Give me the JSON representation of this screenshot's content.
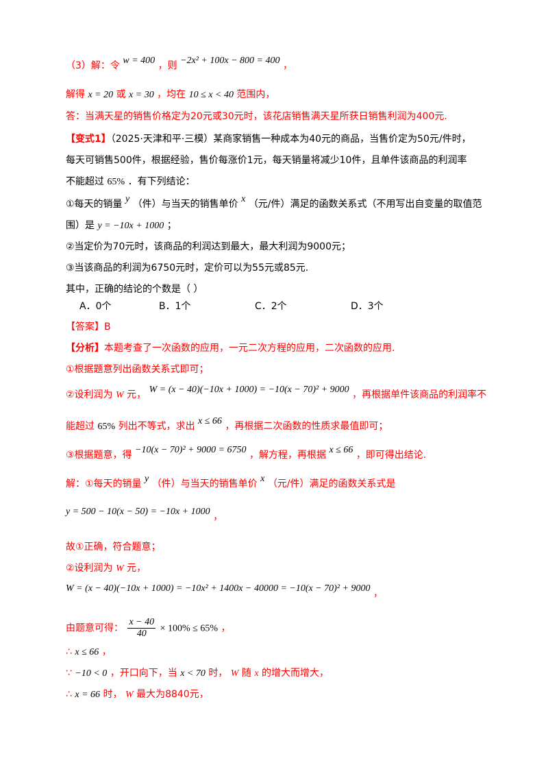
{
  "lines": {
    "l1": {
      "a": "（3）解：令",
      "b": "w = 400",
      "c": "，则",
      "d": "−2x² + 100x − 800 = 400",
      "e": "，"
    },
    "l2": {
      "a": "解得",
      "b": "x = 20",
      "c": "或",
      "d": "x = 30",
      "e": "，均在",
      "f": "10 ≤ x < 40",
      "g": "范围内，"
    },
    "l3": "答：当满天星的销售价格定为20元或30元时，该花店销售满天星所获日销售利润为400元.",
    "l4": {
      "tag": "【变式1】",
      "rest": "（2025·天津和平·三模）某商家销售一种成本为40元的商品，当售价定为50元/件时，"
    },
    "l5": "每天可销售500件，根据经验，售价每涨价1元，每天销量将减少10件，且单件该商品的利润率",
    "l6": {
      "a": "不能超过",
      "b": "65%",
      "c": "．有下列结论："
    },
    "l7": {
      "a": "①每天的销量",
      "b": "y",
      "c": "（件）与当天的销售单价",
      "d": "x",
      "e": "（元/件）满足的函数关系式（不用写出自变量的取值范"
    },
    "l8": {
      "a": "围）是",
      "b": "y = −10x + 1000",
      "c": "；"
    },
    "l9": "②当定价为70元时，该商品的利润达到最大，最大利润为9000元；",
    "l10": "③当该商品的利润为6750元时，定价可以为55元或85元.",
    "l11": "其中，正确的结论的个数是（    ）",
    "options": {
      "a": "A．0个",
      "b": "B．1个",
      "c": "C．2个",
      "d": "D．3个"
    },
    "answer": "【答案】B",
    "analysis": {
      "tag": "【分析】",
      "rest": "本题考查了一次函数的应用，一元二次方程的应用，二次函数的应用."
    },
    "a1": "①根据题意列出函数关系式即可；",
    "a2": {
      "a": "②设利润为",
      "b": "W",
      "c": "元，",
      "d": "W = (x − 40)(−10x + 1000) = −10(x − 70)² + 9000",
      "e": "，再根据单件该商品的利润率不"
    },
    "a3": {
      "a": "能超过",
      "b": "65%",
      "c": "列出不等式，求出",
      "d": "x ≤ 66",
      "e": "，再根据二次函数的性质求最值即可；"
    },
    "a4": {
      "a": "③根据题意，得",
      "b": "−10(x − 70)² + 9000 = 6750",
      "c": "，解方程，再根据",
      "d": "x ≤ 66",
      "e": "，即可得出结论."
    },
    "s1": {
      "a": "解：①每天的销量",
      "b": "y",
      "c": "（件）与当天的销售单价",
      "d": "x",
      "e": "（元/件）满足的函数关系式是"
    },
    "s2": {
      "a": "y = 500 − 10(x − 50) = −10x + 1000",
      "b": "，"
    },
    "s3": "故①正确，符合题意；",
    "s4": {
      "a": "②设利润为",
      "b": "W",
      "c": "元，"
    },
    "s5": {
      "a": "W = (x − 40)(−10x + 1000) = −10x² + 1400x − 40000 = −10(x − 70)² + 9000",
      "b": "，"
    },
    "s6": {
      "a": "由题意可得：",
      "num": "x − 40",
      "den": "40",
      "b": "× 100% ≤ 65%",
      "c": "，"
    },
    "s7": {
      "a": "∴",
      "b": "x ≤ 66",
      "c": "，"
    },
    "s8": {
      "a": "∵",
      "b": "−10 < 0",
      "c": "，开口向下，当",
      "d": "x < 70",
      "e": "时，",
      "f": "W",
      "g": "随",
      "h": "x",
      "i": "的增大而增大，"
    },
    "s9": {
      "a": "∴",
      "b": "x = 66",
      "c": "时，",
      "d": "W",
      "e": "最大为8840元，"
    }
  }
}
